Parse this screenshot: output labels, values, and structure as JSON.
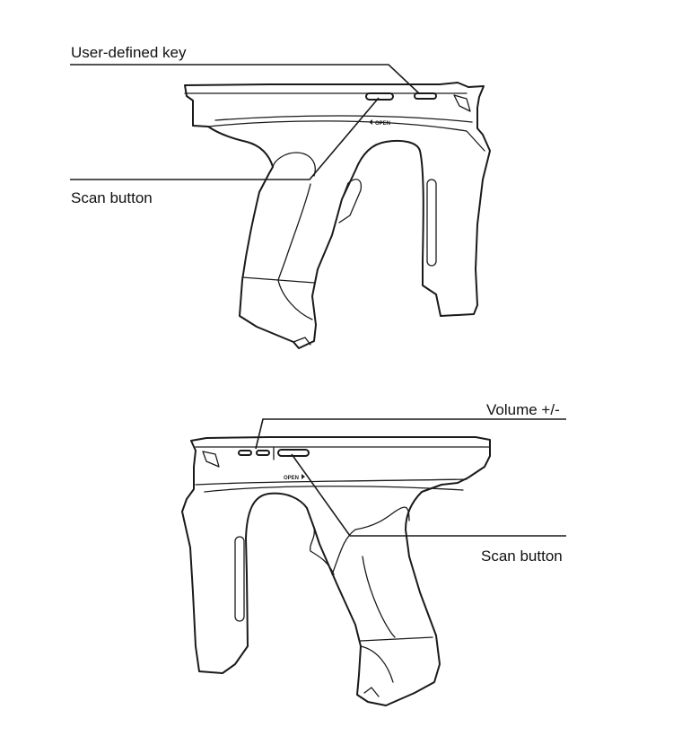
{
  "top_view": {
    "labels": {
      "user_defined_key": "User-defined key",
      "scan_button": "Scan button"
    },
    "embossed_text": "OPEN"
  },
  "bottom_view": {
    "labels": {
      "volume": "Volume +/-",
      "scan_button": "Scan button"
    },
    "embossed_text": "OPEN"
  }
}
